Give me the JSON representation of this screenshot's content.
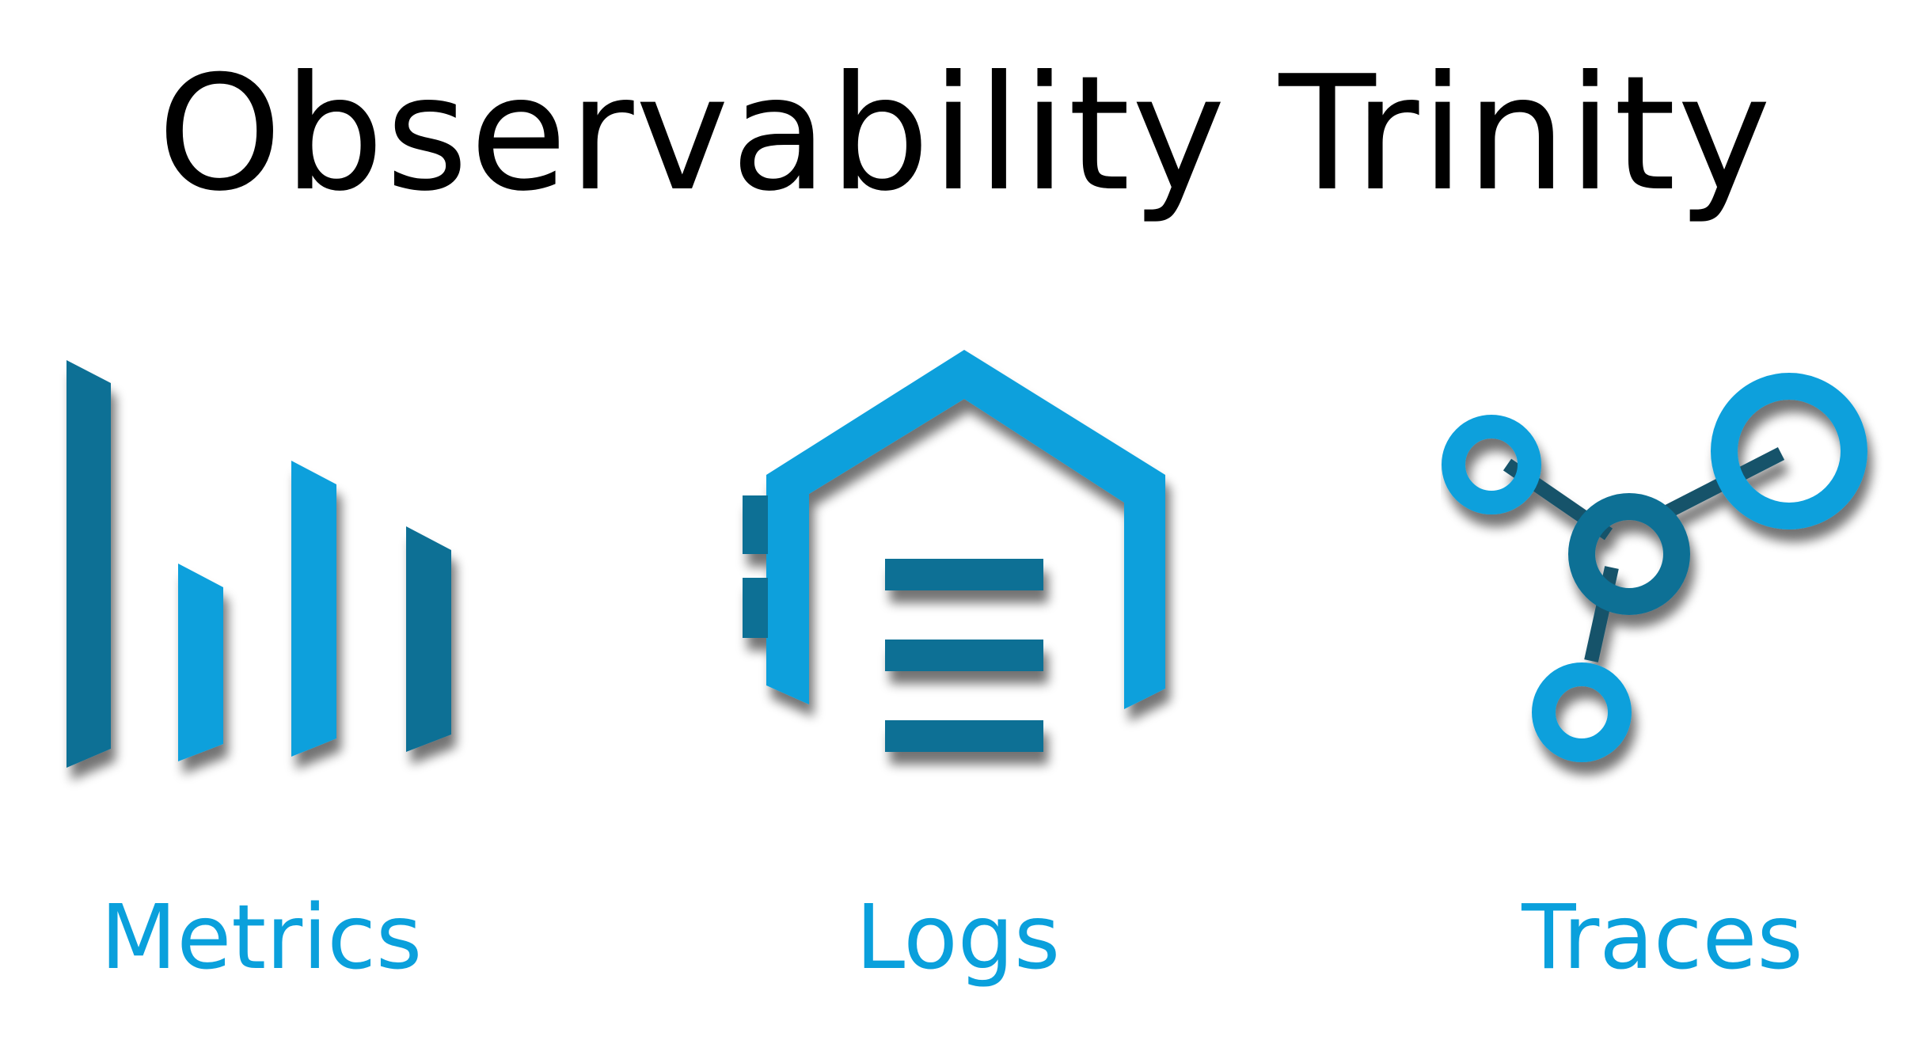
{
  "title": "Observability Trinity",
  "pillars": [
    {
      "label": "Metrics",
      "icon": "bar-chart-icon"
    },
    {
      "label": "Logs",
      "icon": "log-storage-icon"
    },
    {
      "label": "Traces",
      "icon": "trace-graph-icon"
    }
  ],
  "colors": {
    "title": "#000000",
    "label": "#0aa0dc",
    "light_blue": "#0aa0dc",
    "dark_blue": "#0b6f95",
    "connector": "#16536b",
    "shadow": "#7a7a7a"
  }
}
